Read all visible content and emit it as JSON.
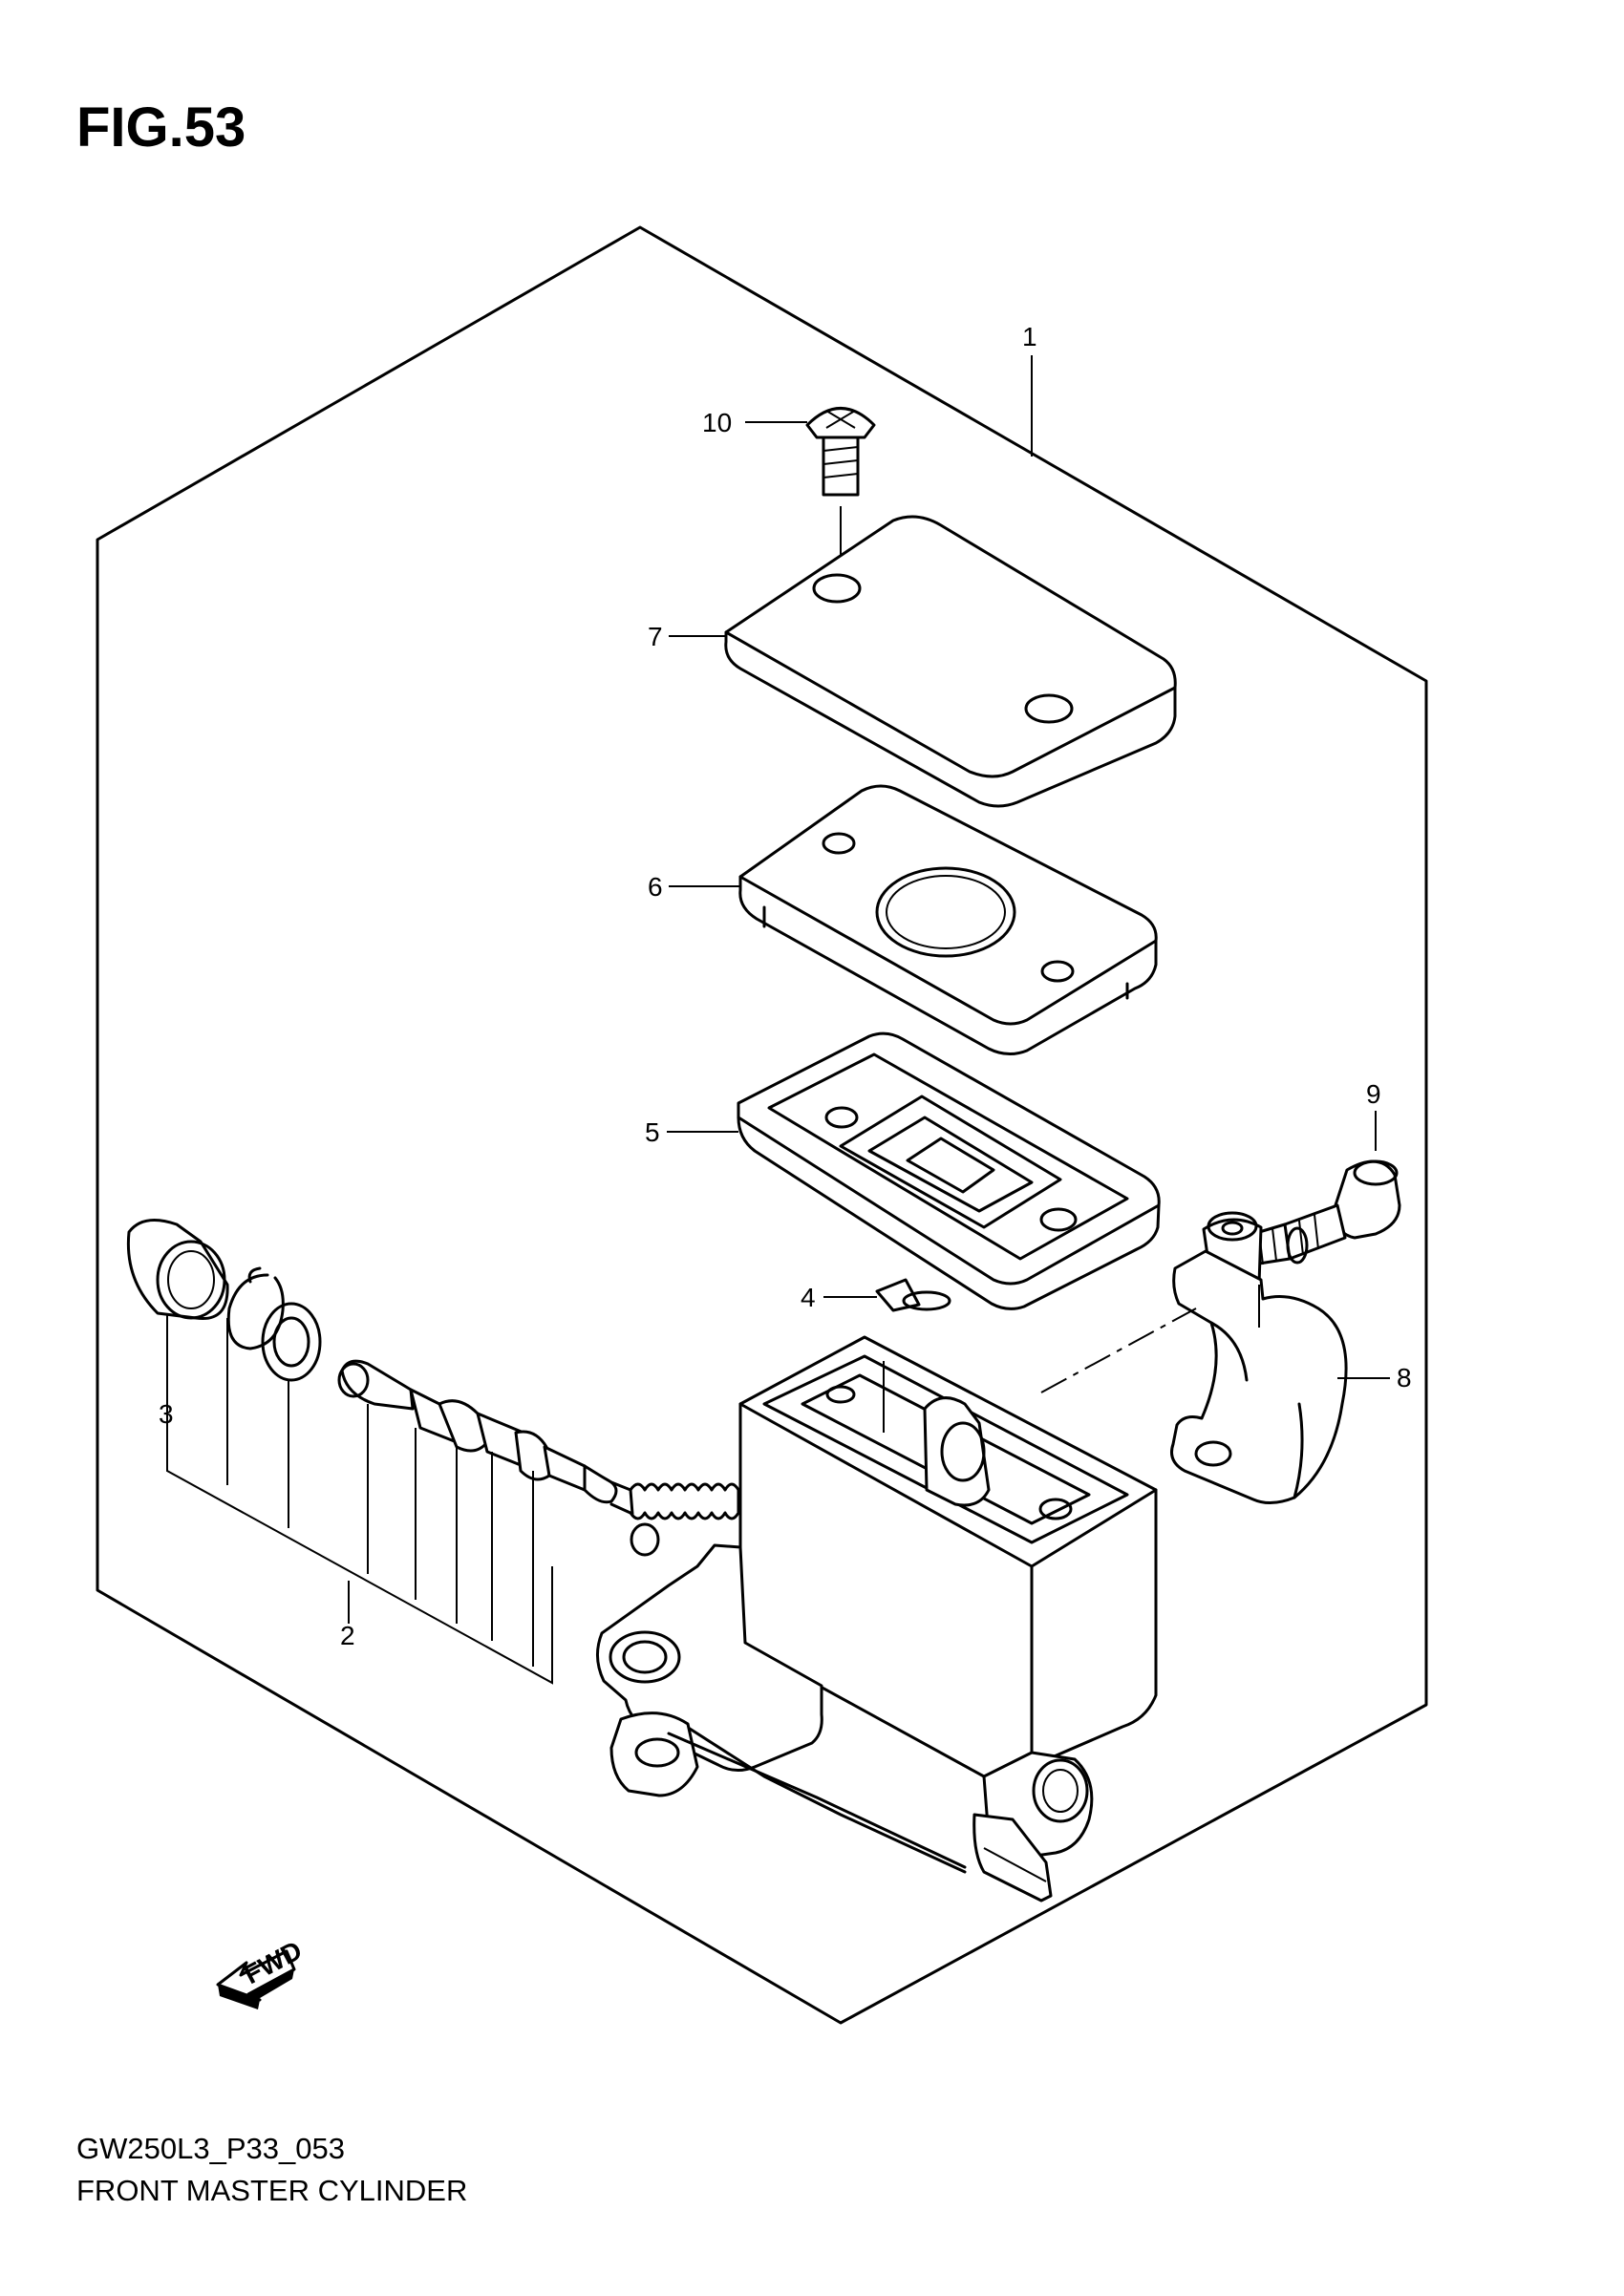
{
  "figure": {
    "title": "FIG.53",
    "code": "GW250L3_P33_053",
    "name": "FRONT MASTER CYLINDER"
  },
  "callouts": [
    {
      "number": "1",
      "part": "master-cylinder-assembly"
    },
    {
      "number": "2",
      "part": "piston-kit"
    },
    {
      "number": "3",
      "part": "boot-circlip-washer-set"
    },
    {
      "number": "4",
      "part": "diaphragm-plate-clip"
    },
    {
      "number": "5",
      "part": "diaphragm"
    },
    {
      "number": "6",
      "part": "diaphragm-plate"
    },
    {
      "number": "7",
      "part": "reservoir-cap"
    },
    {
      "number": "8",
      "part": "holder-clamp"
    },
    {
      "number": "9",
      "part": "holder-bolt"
    },
    {
      "number": "10",
      "part": "cap-screw"
    }
  ],
  "direction_marker": {
    "text": "FWD",
    "icon": "fwd-arrow-icon"
  }
}
